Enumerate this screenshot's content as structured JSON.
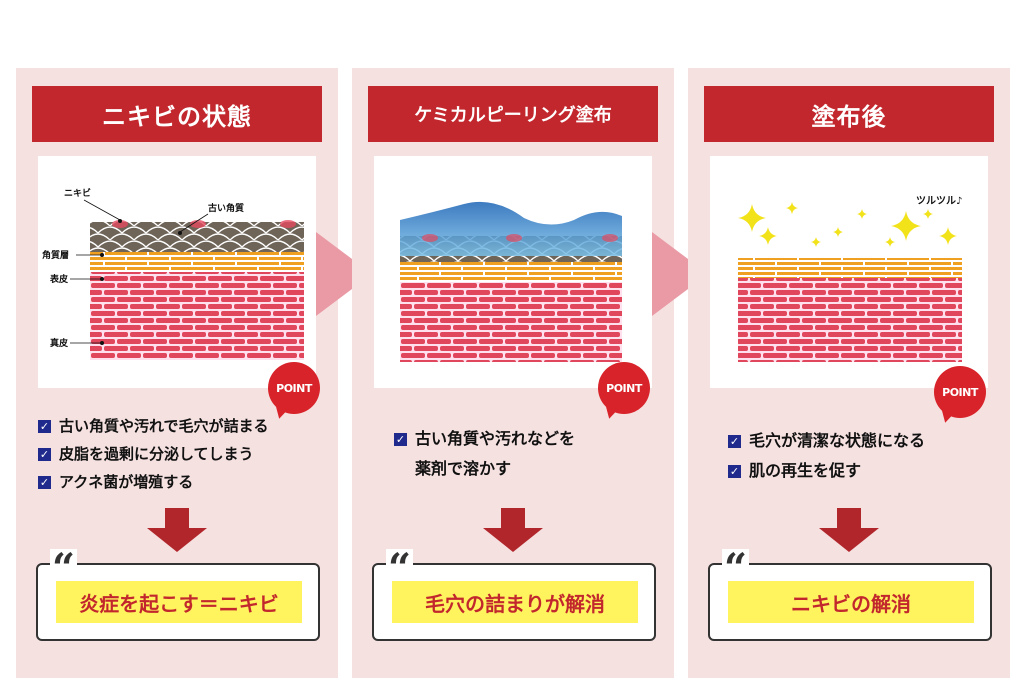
{
  "panels": [
    {
      "title": "ニキビの状態",
      "labels": {
        "acne": "ニキビ",
        "old_keratin": "古い角質",
        "stratum": "角質層",
        "epidermis": "表皮",
        "dermis": "真皮"
      },
      "point": "POINT",
      "checks": [
        "古い角質や汚れで毛穴が詰まる",
        "皮脂を過剰に分泌してしまう",
        "アクネ菌が増殖する"
      ],
      "result": "炎症を起こす＝ニキビ"
    },
    {
      "title": "ケミカルピーリング塗布",
      "point": "POINT",
      "checks": [
        "古い角質や汚れなどを",
        "薬剤で溶かす"
      ],
      "result": "毛穴の詰まりが解消"
    },
    {
      "title": "塗布後",
      "sparkle_label": "ツルツル♪",
      "point": "POINT",
      "checks": [
        "毛穴が清潔な状態になる",
        "肌の再生を促す"
      ],
      "result": "ニキビの解消"
    }
  ],
  "check_mark": "✓",
  "quote_mark": "“",
  "colors": {
    "header": "#c2272d",
    "panel_bg": "#f6e1e1",
    "accent_yellow": "#fff35e",
    "orange": "#f0a020",
    "checkbox": "#1f2a8c"
  }
}
